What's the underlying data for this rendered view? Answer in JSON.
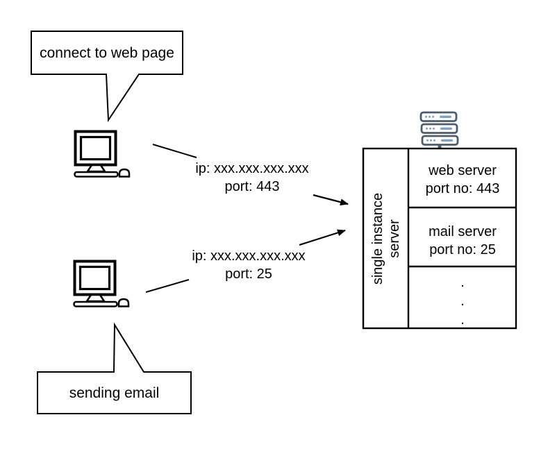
{
  "bubbles": {
    "connect": {
      "label": "connect to web page"
    },
    "email": {
      "label": "sending email"
    }
  },
  "connections": {
    "web": {
      "ip_line": "ip: xxx.xxx.xxx.xxx",
      "port_line": "port: 443"
    },
    "mail": {
      "ip_line": "ip: xxx.xxx.xxx.xxx",
      "port_line": "port: 25"
    }
  },
  "server": {
    "side_label_line1": "single instance",
    "side_label_line2": "server",
    "rows": [
      {
        "line1": "web server",
        "line2": "port no: 443"
      },
      {
        "line1": "mail server",
        "line2": "port no: 25"
      }
    ],
    "ellipsis": [
      ".",
      ".",
      "."
    ]
  },
  "icons": {
    "client1": "desktop-computer-icon",
    "client2": "desktop-computer-icon",
    "server_top": "server-rack-icon"
  },
  "colors": {
    "background": "#ffffff",
    "stroke": "#000000",
    "rack_outline": "#4d5c6b",
    "rack_accent": "#7ca3c6"
  }
}
